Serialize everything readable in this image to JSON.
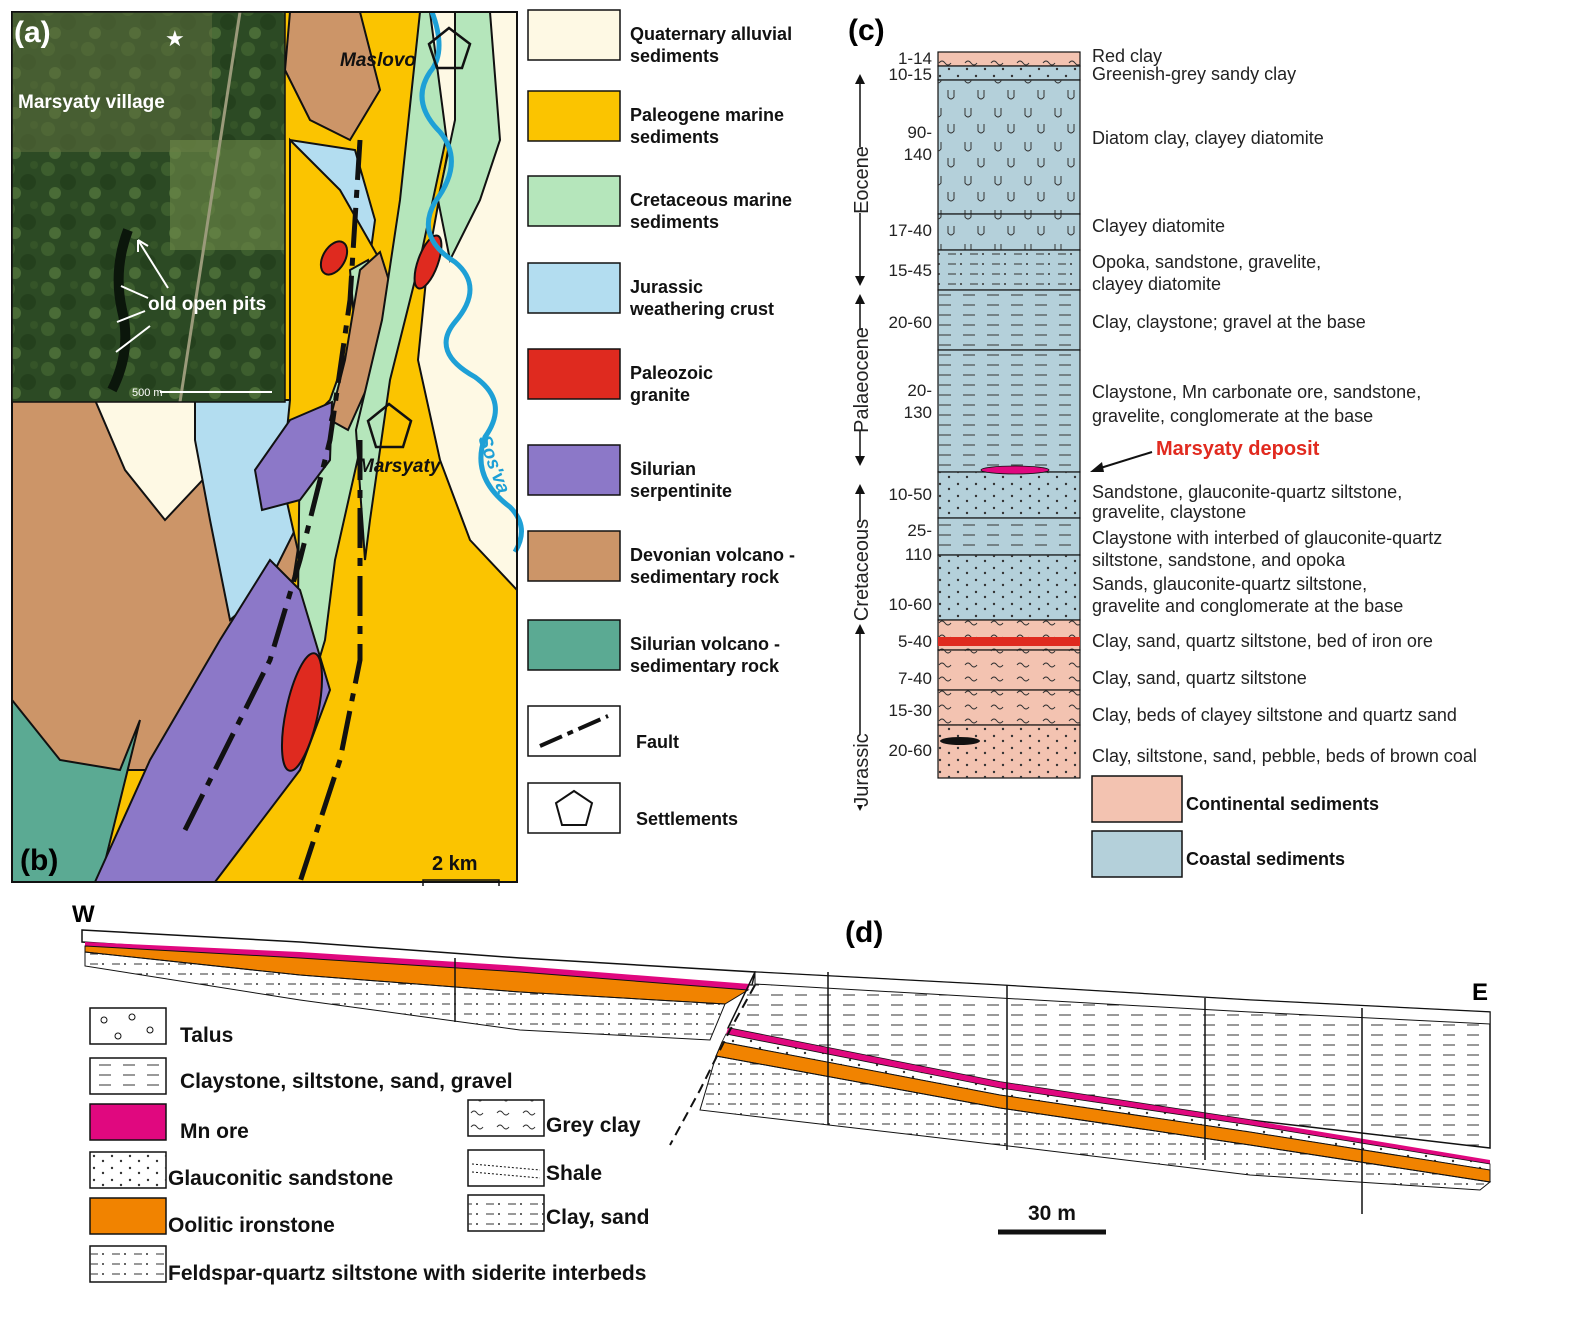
{
  "panels": {
    "a": "(a)",
    "b": "(b)",
    "c": "(c)",
    "d": "(d)"
  },
  "satellite": {
    "village": "Marsyaty village",
    "pits": "old open pits",
    "scale": "500 m",
    "star_icon": "star-icon"
  },
  "map": {
    "maslovo": "Maslovo",
    "marsyaty": "Marsyaty",
    "river": "Sos'va",
    "scale": "2 km"
  },
  "map_legend": [
    {
      "line1": "Quaternary alluvial",
      "line2": "sediments",
      "color": "#FEF9E4"
    },
    {
      "line1": "Paleogene marine",
      "line2": "sediments",
      "color": "#FBC400"
    },
    {
      "line1": "Cretaceous marine",
      "line2": "sediments",
      "color": "#B5E6BB"
    },
    {
      "line1": "Jurassic",
      "line2": "weathering crust",
      "color": "#B3DDF0"
    },
    {
      "line1": "Paleozoic",
      "line2": "granite",
      "color": "#DF2A1F"
    },
    {
      "line1": "Silurian",
      "line2": "serpentinite",
      "color": "#8C78C8"
    },
    {
      "line1": "Devonian volcano -",
      "line2": "sedimentary rock",
      "color": "#CC9568"
    },
    {
      "line1": "Silurian volcano -",
      "line2": "sedimentary rock",
      "color": "#5BAA93"
    },
    {
      "line1": "Fault",
      "line2": ""
    },
    {
      "line1": "Settlements",
      "line2": ""
    }
  ],
  "strat": {
    "eras": {
      "eocene": "Eocene",
      "palaeocene": "Palaeocene",
      "cretaceous": "Cretaceous",
      "jurassic": "Jurassic"
    },
    "layers": [
      {
        "thk": [
          "1-14"
        ],
        "desc": [
          "Red clay"
        ]
      },
      {
        "thk": [
          "10-15"
        ],
        "desc": [
          "Greenish-grey sandy clay"
        ]
      },
      {
        "thk": [
          "90-",
          "140"
        ],
        "desc": [
          "Diatom clay, clayey diatomite"
        ]
      },
      {
        "thk": [
          "17-40"
        ],
        "desc": [
          "Clayey diatomite"
        ]
      },
      {
        "thk": [
          "15-45"
        ],
        "desc": [
          "Opoka, sandstone, gravelite,",
          "clayey diatomite"
        ]
      },
      {
        "thk": [
          "20-60"
        ],
        "desc": [
          "Clay, claystone; gravel at the base"
        ]
      },
      {
        "thk": [
          "20-",
          "130"
        ],
        "desc": [
          "Claystone, Mn carbonate ore, sandstone,",
          "gravelite, conglomerate at the base"
        ]
      },
      {
        "thk": [
          "10-50"
        ],
        "desc": [
          "Sandstone, glauconite-quartz siltstone,",
          "gravelite, claystone"
        ]
      },
      {
        "thk": [
          "25-",
          "110"
        ],
        "desc": [
          "Claystone with interbed of glauconite-quartz",
          "siltstone, sandstone, and opoka"
        ]
      },
      {
        "thk": [
          "10-60"
        ],
        "desc": [
          "Sands, glauconite-quartz siltstone,",
          "gravelite and conglomerate at the base"
        ]
      },
      {
        "thk": [
          "5-40"
        ],
        "desc": [
          "Clay, sand, quartz siltstone, bed of iron ore"
        ]
      },
      {
        "thk": [
          "7-40"
        ],
        "desc": [
          "Clay, sand, quartz siltstone"
        ]
      },
      {
        "thk": [
          "15-30"
        ],
        "desc": [
          "Clay, beds of clayey siltstone and quartz sand"
        ]
      },
      {
        "thk": [
          "20-60"
        ],
        "desc": [
          "Clay, siltstone, sand, pebble, beds of brown coal"
        ]
      }
    ],
    "deposit": "Marsyaty deposit",
    "legend": [
      {
        "label": "Continental sediments",
        "color": "#F3C3B1"
      },
      {
        "label": "Coastal sediments",
        "color": "#B4D0DA"
      }
    ]
  },
  "section": {
    "west": "W",
    "east": "E",
    "scale": "30 m",
    "legend": [
      "Talus",
      "Claystone, siltstone, sand, gravel",
      "Mn ore",
      "Glauconitic sandstone",
      "Oolitic ironstone",
      "Feldspar-quartz siltstone with siderite interbeds",
      "Grey clay",
      "Shale",
      "Clay, sand"
    ],
    "colors": {
      "mn": "#E0087F",
      "iron": "#F18300"
    }
  }
}
